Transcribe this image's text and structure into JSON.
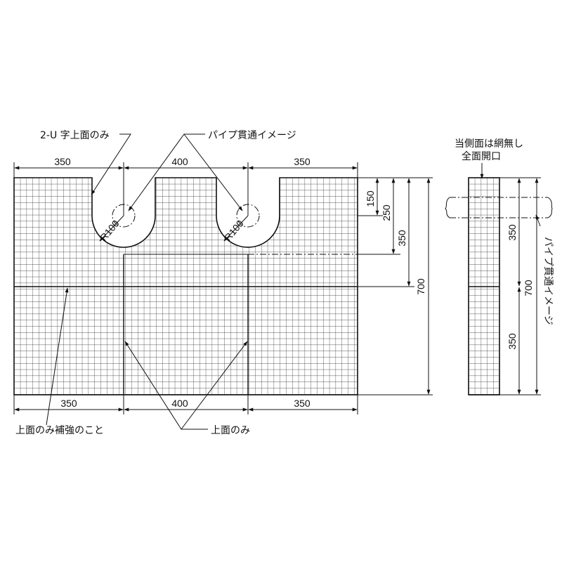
{
  "labels": {
    "u_cut": "2-U 字上面のみ",
    "pipe_image": "パイプ貫通イメージ",
    "side_note_line1": "当側面は網無し",
    "side_note_line2": "全面開口",
    "reinforce_top": "上面のみ補強のこと",
    "top_only": "上面のみ",
    "pipe_image_vertical": "パイプ貫通イメージ"
  },
  "dimensions": {
    "top_widths": [
      "350",
      "400",
      "350"
    ],
    "bottom_widths": [
      "350",
      "400",
      "350"
    ],
    "radius_left": "R100",
    "radius_right": "R100",
    "right_heights": [
      "150",
      "250",
      "350",
      "700"
    ],
    "side_heights": [
      "350",
      "700",
      "350"
    ]
  }
}
